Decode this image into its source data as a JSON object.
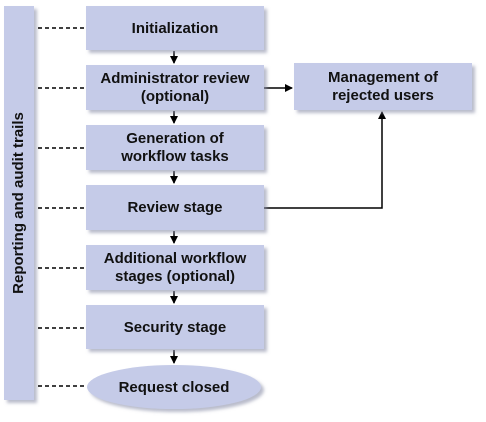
{
  "colors": {
    "box_fill": "#c5cbe8",
    "box_shadow": "#9ea6cc",
    "line": "#000000",
    "text": "#111111"
  },
  "side_panel": {
    "label": "Reporting and audit trails"
  },
  "steps": {
    "initialization": "Initialization",
    "admin_review_line1": "Administrator review",
    "admin_review_line2": "(optional)",
    "generation_line1": "Generation of",
    "generation_line2": "workflow tasks",
    "review_stage": "Review stage",
    "additional_line1": "Additional workflow",
    "additional_line2": "stages (optional)",
    "security_stage": "Security stage",
    "request_closed": "Request closed"
  },
  "management": {
    "line1": "Management of",
    "line2": "rejected users"
  }
}
